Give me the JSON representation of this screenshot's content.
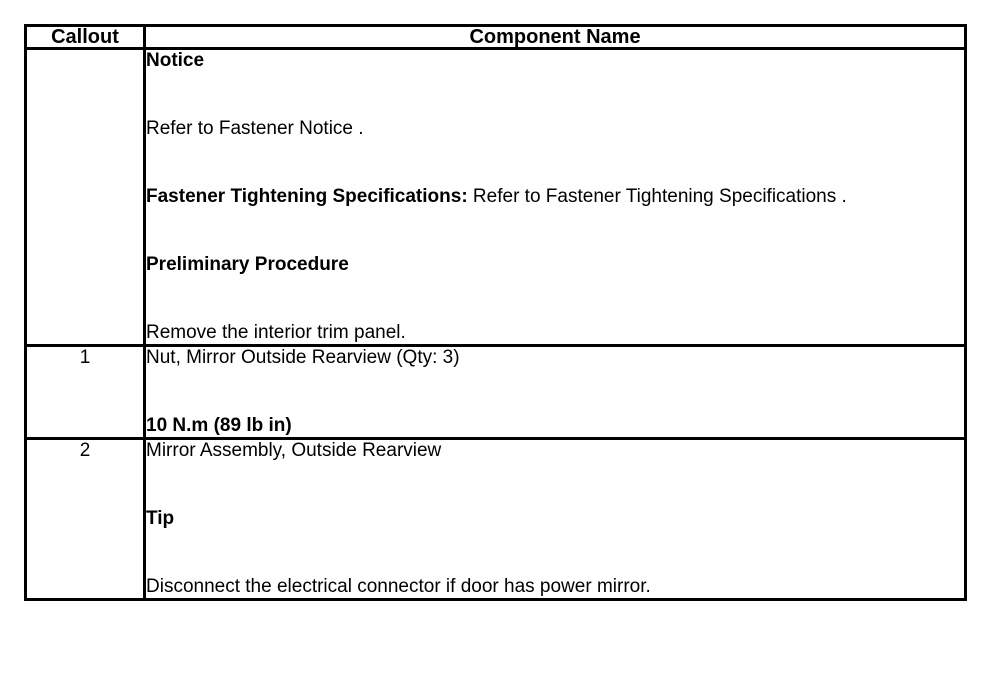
{
  "document": {
    "type": "service-procedure-parts-table",
    "background_color": "#ffffff",
    "text_color": "#000000",
    "border_color": "#000000"
  },
  "table": {
    "headers": {
      "callout": "Callout",
      "component_name": "Component Name"
    },
    "notice_row": {
      "callout": "",
      "lines": [
        {
          "bold": "Notice",
          "normal": ""
        },
        {
          "bold": "",
          "normal": "Refer to Fastener Notice ."
        },
        {
          "bold": "Fastener Tightening Specifications:",
          "normal": " Refer to Fastener Tightening Specifications ."
        },
        {
          "bold": "Preliminary Procedure",
          "normal": ""
        },
        {
          "bold": "",
          "normal": "Remove the interior trim panel."
        }
      ]
    },
    "rows": [
      {
        "callout": "1",
        "lines": [
          {
            "bold": "",
            "normal": "Nut, Mirror Outside Rearview (Qty: 3)"
          },
          {
            "bold": "10 N.m (89 lb in)",
            "normal": ""
          }
        ]
      },
      {
        "callout": "2",
        "lines": [
          {
            "bold": "",
            "normal": "Mirror Assembly, Outside Rearview"
          },
          {
            "bold": "Tip",
            "normal": ""
          },
          {
            "bold": "",
            "normal": "Disconnect the electrical connector if door has power mirror."
          }
        ]
      }
    ]
  }
}
